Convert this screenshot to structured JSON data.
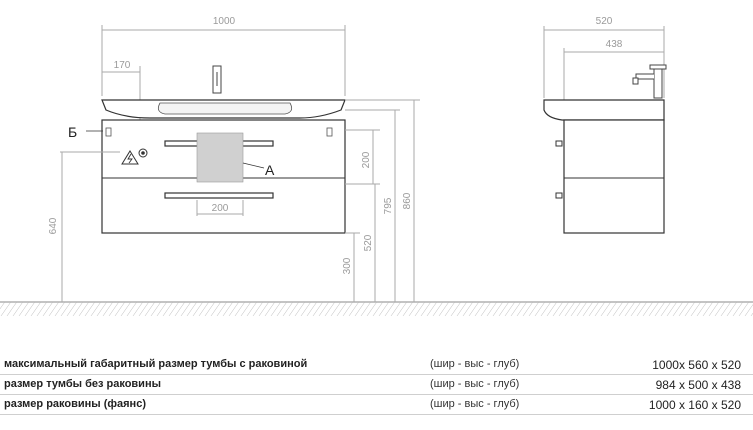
{
  "front_view": {
    "dim_total_width": "1000",
    "dim_tap_offset": "170",
    "dim_drawer_height": "200",
    "dim_handle_width": "200",
    "dim_height_795": "795",
    "dim_height_860": "860",
    "dim_height_520": "520",
    "dim_height_300": "300",
    "dim_height_640": "640",
    "label_b": "Б",
    "label_a": "А"
  },
  "side_view": {
    "dim_depth_total": "520",
    "dim_depth_cabinet": "438"
  },
  "specs": [
    {
      "name": "максимальный габаритный размер тумбы с раковиной",
      "unit": "(шир - выс - глуб)",
      "value": "1000x 560 x 520"
    },
    {
      "name": "размер тумбы без раковины",
      "unit": "(шир - выс - глуб)",
      "value": "984 x 500 x 438"
    },
    {
      "name": "размер раковины (фаянс)",
      "unit": "(шир - выс - глуб)",
      "value": "1000 x 160 x 520"
    }
  ]
}
